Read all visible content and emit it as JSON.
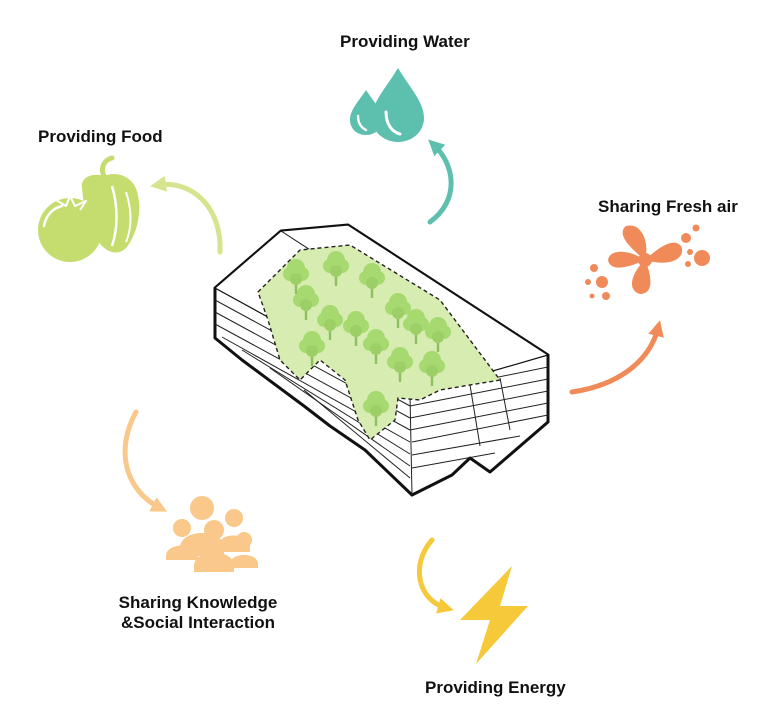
{
  "labels": {
    "water": "Providing Water",
    "food": "Providing Food",
    "air": "Sharing Fresh air",
    "social_line1": "Sharing Knowledge",
    "social_line2": "&Social Interaction",
    "energy": "Providing Energy"
  },
  "icons": {
    "water": "water-drops-icon",
    "food": "tomato-pepper-icon",
    "air": "fan-airflow-icon",
    "social": "people-group-icon",
    "energy": "lightning-bolt-icon",
    "building": "isometric-green-roof-building"
  },
  "colors": {
    "water": "#5dbfae",
    "food": "#c5dc6f",
    "food_arrow": "#d6e48e",
    "air": "#f18a59",
    "social": "#f9c88a",
    "energy": "#f5c93a",
    "roof_green": "#d7ecb0",
    "tree_green": "#9fd76a",
    "outline": "#111111"
  }
}
